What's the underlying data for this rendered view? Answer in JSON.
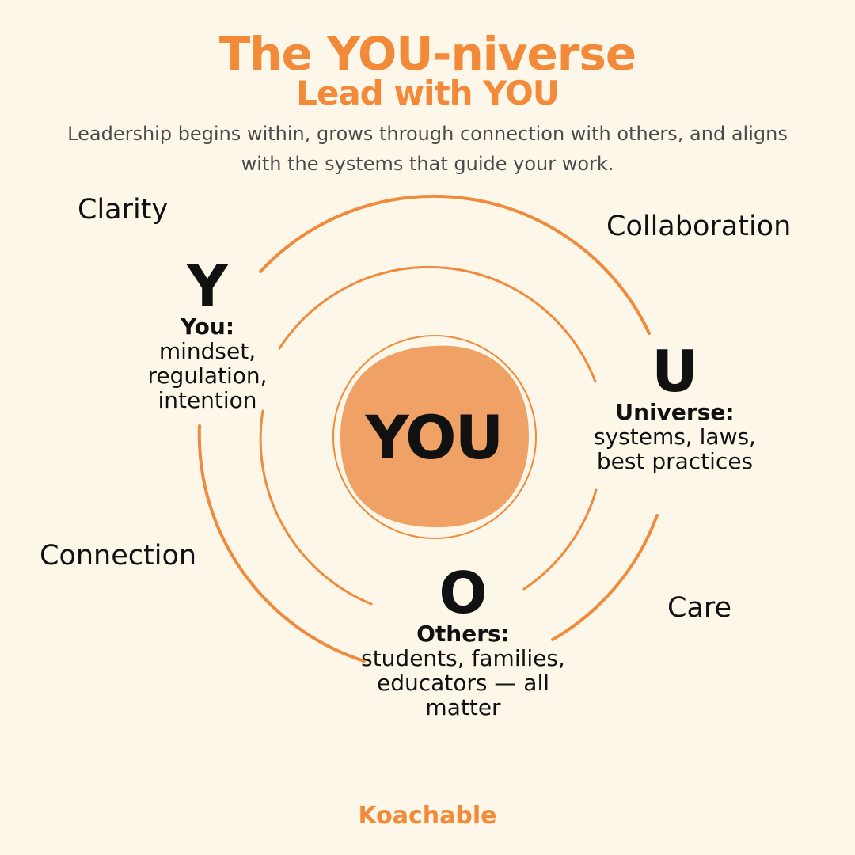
{
  "header": {
    "title": "The YOU-niverse",
    "subtitle": "Lead with YOU",
    "description": "Leadership begins within, grows through connection with others, and aligns with the systems that guide your work."
  },
  "diagram": {
    "center_label": "YOU",
    "outer_words": [
      "Clarity",
      "Collaboration",
      "Connection",
      "Care"
    ],
    "sections": [
      {
        "letter": "Y",
        "heading": "You:",
        "text": "mindset, regulation, intention"
      },
      {
        "letter": "U",
        "heading": "Universe:",
        "text": "systems, laws, best practices"
      },
      {
        "letter": "O",
        "heading": "Others:",
        "text": "students, families, educators — all matter"
      }
    ]
  },
  "footer": {
    "logo_text": "Koachable"
  },
  "colors": {
    "accent": "#f28a3a",
    "center_fill": "#efa166",
    "background": "#fcf7e8"
  }
}
